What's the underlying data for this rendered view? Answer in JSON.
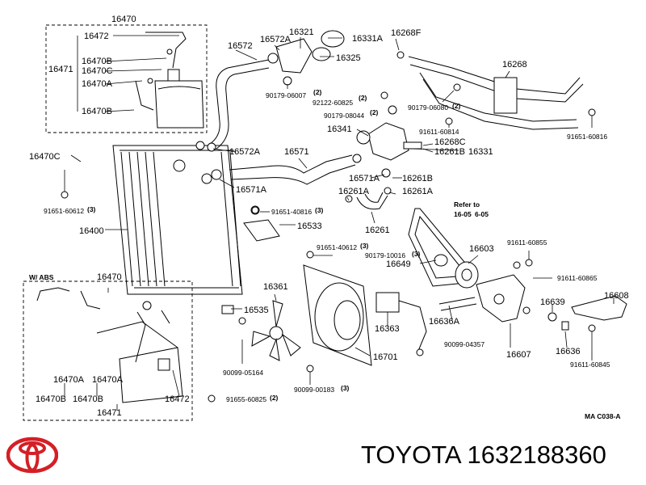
{
  "footer": {
    "brand_text": "TOYOTA 1632188360",
    "logo": "toyota-logo"
  },
  "diagram": {
    "figure_code": "MA C038-A",
    "abs_box_title": "W/ ABS",
    "refer_note_1": "Refer to",
    "refer_note_2": "16-05",
    "refer_note_3": "6-05",
    "labels": {
      "l16470_top": "16470",
      "l16472_top": "16472",
      "l16471_top": "16471",
      "l16470B_top": "16470B",
      "l16470C_top": "16470C",
      "l16470A_top": "16470A",
      "l16470B2_top": "16470B",
      "l16470C_left": "16470C",
      "l91651_60612": "91651-60612",
      "q3a": "(3)",
      "l16400": "16400",
      "l16572": "16572",
      "l16572A_top": "16572A",
      "l16321": "16321",
      "l16331A": "16331A",
      "l16325": "16325",
      "l90179_06007": "90179-06007",
      "q2a": "(2)",
      "l92122_60825": "92122-60825",
      "q2b": "(2)",
      "l90179_08044": "90179-08044",
      "q2c": "(2)",
      "l16341": "16341",
      "l16268F": "16268F",
      "l16268": "16268",
      "l90179_06080": "90179-06080",
      "q2d": "(2)",
      "l91611_60814": "91611-60814",
      "l91651_60816": "91651-60816",
      "l16268C": "16268C",
      "l16261B_r": "16261B",
      "l16331": "16331",
      "l16572A_mid": "16572A",
      "l16571": "16571",
      "l16571A_l": "16571A",
      "l16571A_r": "16571A",
      "l16261B_m": "16261B",
      "l16261A_l": "16261A",
      "l16261A_r": "16261A",
      "l16261": "16261",
      "l91651_40816": "91651-40816",
      "q3b": "(3)",
      "l16533": "16533",
      "l91651_40612": "91651-40612",
      "q3c": "(3)",
      "l90179_10016": "90179-10016",
      "q3d": "(3)",
      "l16649": "16649",
      "l16603": "16603",
      "l91611_60855": "91611-60855",
      "l91611_60865": "91611-60865",
      "l16608": "16608",
      "l16361": "16361",
      "l16535": "16535",
      "l16363": "16363",
      "l16636A": "16636A",
      "l90099_04357": "90099-04357",
      "l16639": "16639",
      "l16636": "16636",
      "l16607": "16607",
      "l91611_60845": "91611-60845",
      "l16701": "16701",
      "l90099_05164": "90099-05164",
      "l90099_00183": "90099-00183",
      "q3e": "(3)",
      "l91655_60825": "91655-60825",
      "q2e": "(2)",
      "l16470_bot": "16470",
      "l16470A_b1": "16470A",
      "l16470A_b2": "16470A",
      "l16470B_b1": "16470B",
      "l16470B_b2": "16470B",
      "l16472_bot": "16472",
      "l16471_bot": "16471"
    }
  }
}
